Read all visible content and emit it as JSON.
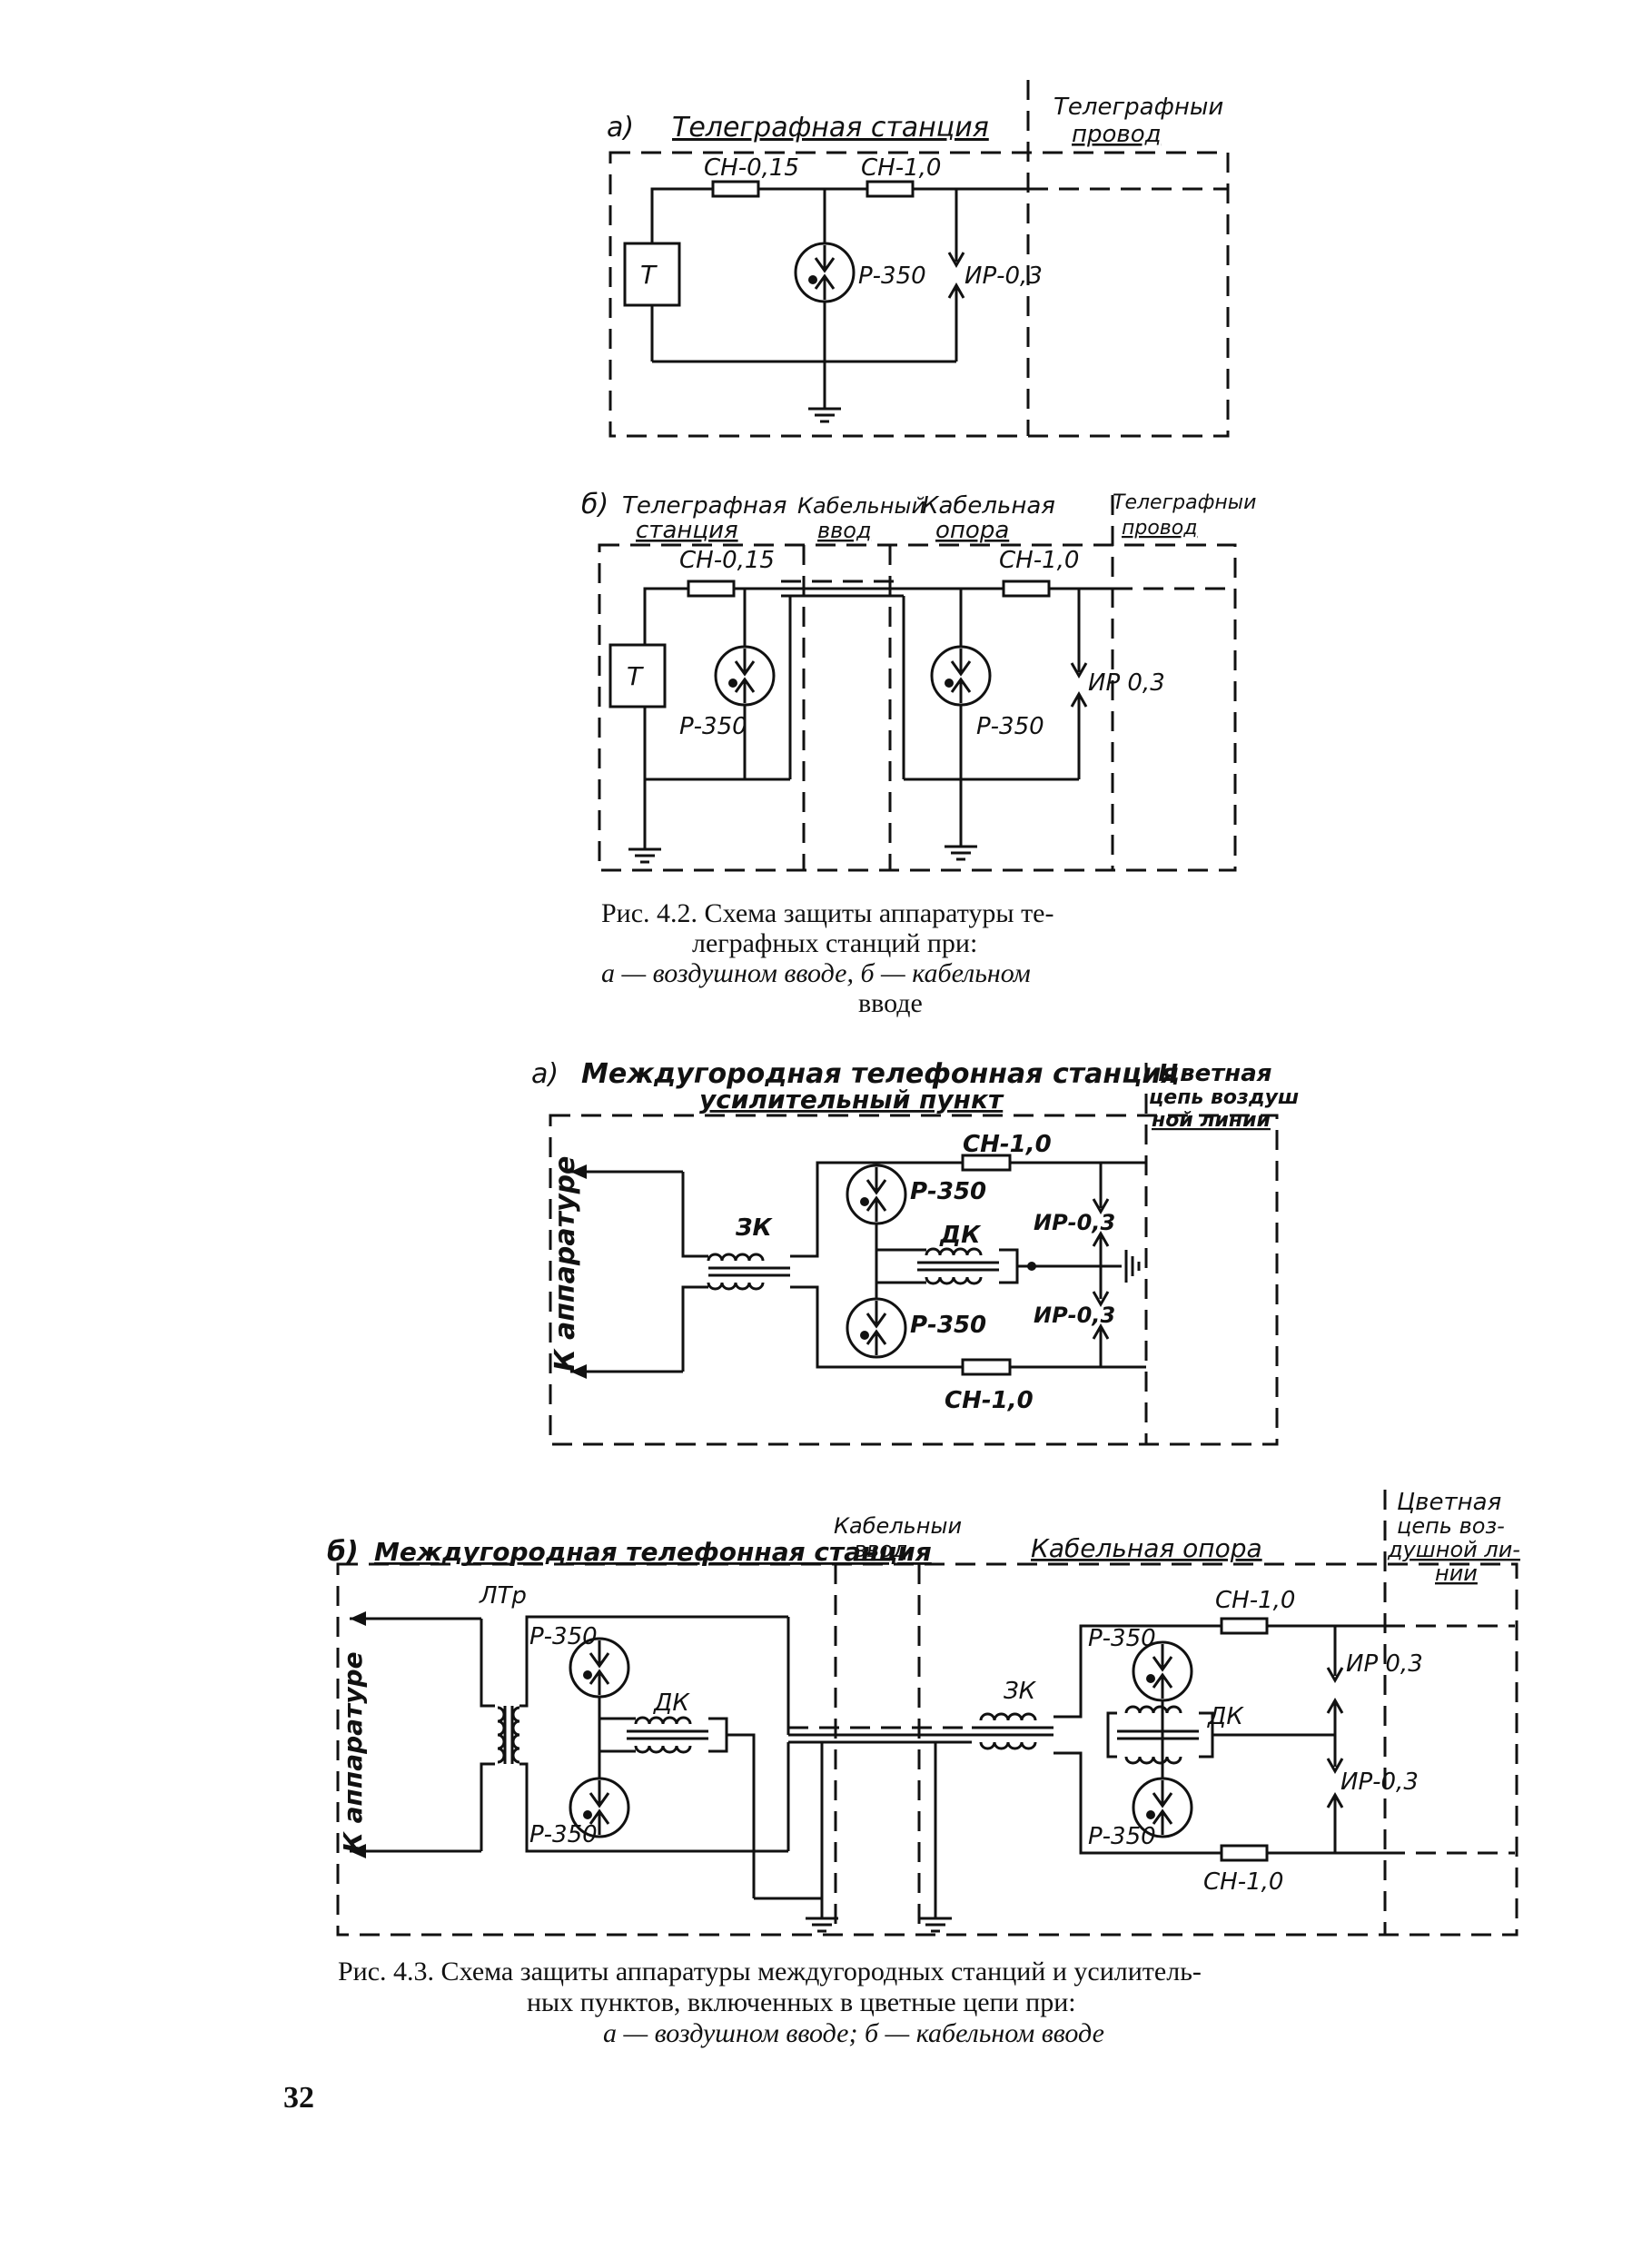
{
  "fig42": {
    "a": {
      "marker": "а)",
      "station": "Телеграфная станция",
      "wire_line1": "Телеграфныи",
      "wire_line2": "провод",
      "fuse1": "СН-0,15",
      "fuse2": "СН-1,0",
      "arrester": "Р-350",
      "gap": "ИР-0,3",
      "apparatus": "Т"
    },
    "b": {
      "marker": "б)",
      "station_line1": "Телеграфная",
      "station_line2": "станция",
      "cable_in_line1": "Кабельный",
      "cable_in_line2": "ввод",
      "pole_line1": "Кабельная",
      "pole_line2": "опора",
      "wire_line1": "Телеграфныи",
      "wire_line2": "провод",
      "fuse1": "СН-0,15",
      "fuse2": "СН-1,0",
      "arrester1": "Р-350",
      "arrester2": "Р-350",
      "gap": "ИР 0,3",
      "apparatus": "Т"
    },
    "caption": {
      "line1": "Рис. 4.2. Схема защиты аппаратуры те-",
      "line2": "леграфных станций при:",
      "line3": "а — воздушном вводе, б — кабельном",
      "line4": "вводе"
    }
  },
  "fig43": {
    "a": {
      "marker": "а)",
      "station": "Междугородная телефонная станция",
      "station2": "усилительный пункт",
      "line_line1": "Цветная",
      "line_line2": "цепь воздуш",
      "line_line3": "ной линии",
      "to_apparatus": "К аппаратуре",
      "transformer": "ЗК",
      "choke": "ДК",
      "arrester1": "Р-350",
      "arrester2": "Р-350",
      "fuse1": "СН-1,0",
      "fuse2": "СН-1,0",
      "gap1": "ИР-0,3",
      "gap2": "ИР-0,3"
    },
    "b": {
      "marker": "б)",
      "station": "Междугородная телефонная станция",
      "cable_in_line1": "Кабельныи",
      "cable_in_line2": "ввод",
      "pole": "Кабельная опора",
      "line_line1": "Цветная",
      "line_line2": "цепь воз-",
      "line_line3": "душной ли-",
      "line_line4": "нии",
      "to_apparatus": "К аппаратуре",
      "line_transformer": "ЛТр",
      "choke1": "ДК",
      "choke2": "ДК",
      "transformer": "ЗК",
      "arrester1": "Р-350",
      "arrester2": "Р-350",
      "arrester3": "Р-350",
      "arrester4": "Р-350",
      "fuse1": "СН-1,0",
      "fuse2": "СН-1,0",
      "gap1": "ИР 0,3",
      "gap2": "ИР-0,3"
    },
    "caption": {
      "line1": "Рис. 4.3. Схема защиты аппаратуры междугородных станций и усилитель-",
      "line2": "ных пунктов, включенных в цветные цепи при:",
      "line3": "а — воздушном вводе; б — кабельном вводе"
    }
  },
  "page_number": "32"
}
